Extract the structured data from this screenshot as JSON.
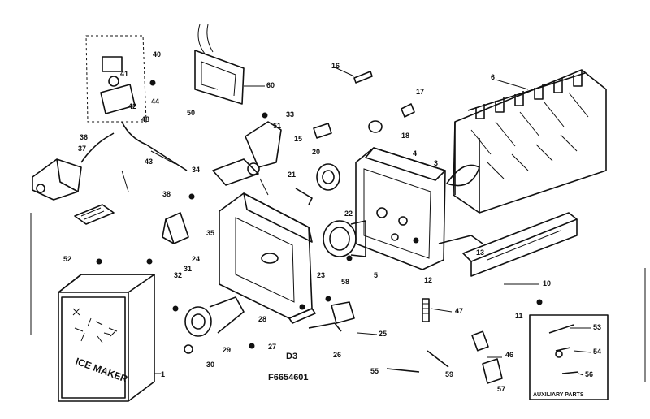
{
  "diagram": {
    "section_code": "D3",
    "part_number": "F6654601",
    "ice_maker_label": "ICE MAKER",
    "auxiliary_label": "AUXILIARY PARTS",
    "callouts": [
      "1",
      "3",
      "4",
      "5",
      "6",
      "10",
      "11",
      "12",
      "13",
      "15",
      "16",
      "17",
      "18",
      "20",
      "21",
      "22",
      "23",
      "24",
      "25",
      "26",
      "27",
      "28",
      "29",
      "30",
      "31",
      "32",
      "33",
      "34",
      "35",
      "36",
      "37",
      "38",
      "40",
      "41",
      "42",
      "43",
      "44",
      "46",
      "47",
      "48",
      "50",
      "51",
      "52",
      "53",
      "54",
      "55",
      "56",
      "57",
      "58",
      "59",
      "60"
    ]
  }
}
